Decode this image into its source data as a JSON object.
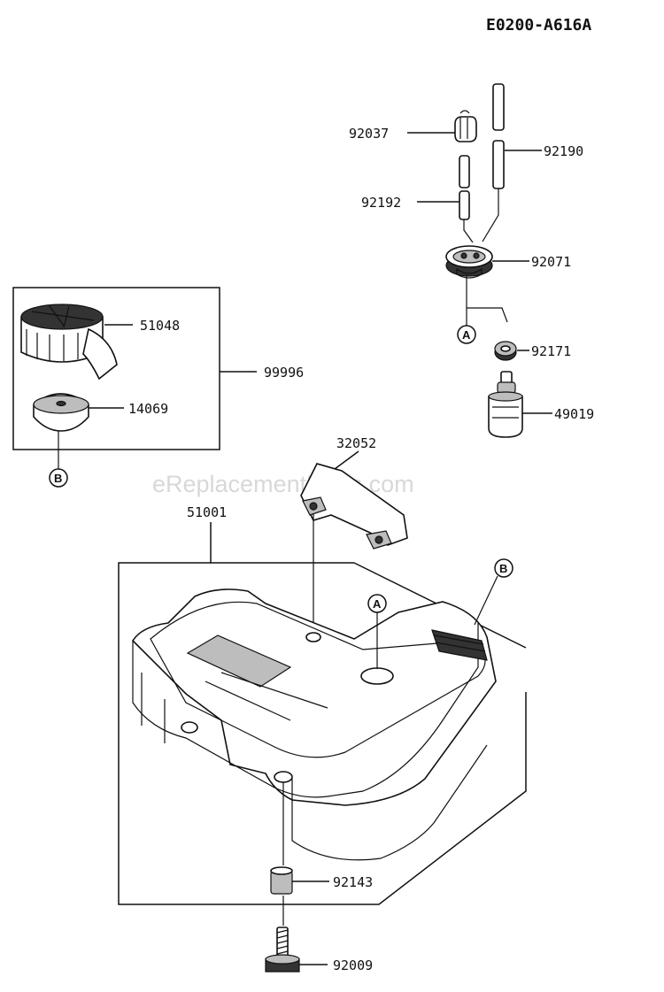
{
  "header": {
    "code": "E0200-A616A"
  },
  "watermark": "eReplacementParts.com",
  "callouts": {
    "a": "A",
    "b": "B"
  },
  "parts": {
    "p92037": "92037",
    "p92190": "92190",
    "p92192": "92192",
    "p92071": "92071",
    "p92171": "92171",
    "p49019": "49019",
    "p51048": "51048",
    "p14069": "14069",
    "p99996": "99996",
    "p32052": "32052",
    "p51001": "51001",
    "p92143": "92143",
    "p92009": "92009"
  }
}
